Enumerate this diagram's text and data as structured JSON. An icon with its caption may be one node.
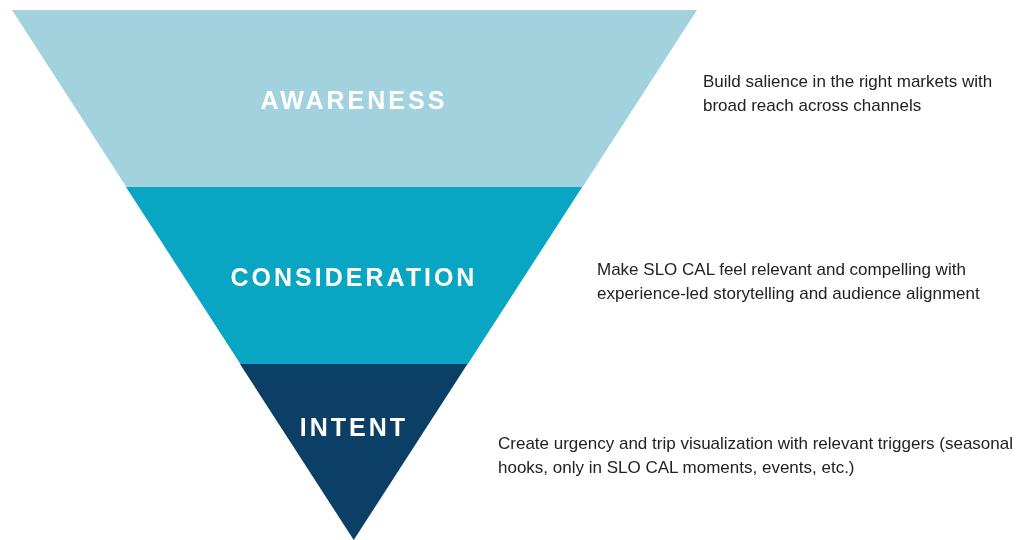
{
  "diagram": {
    "nodes": [
      {
        "text": [
          "AWARENESS"
        ],
        "beside": [
          "Build salience in the right markets with broad reach across channels"
        ]
      },
      {
        "text": [
          "CONSIDERATION"
        ],
        "beside": [
          "Make SLO CAL feel relevant and compelling with experience-led storytelling and audience alignment"
        ]
      },
      {
        "text": [
          "INTENT"
        ],
        "beside": [
          "Create urgency and trip visualization with relevant triggers (seasonal hooks, only in SLO CAL moments, events, etc.)"
        ]
      }
    ]
  }
}
